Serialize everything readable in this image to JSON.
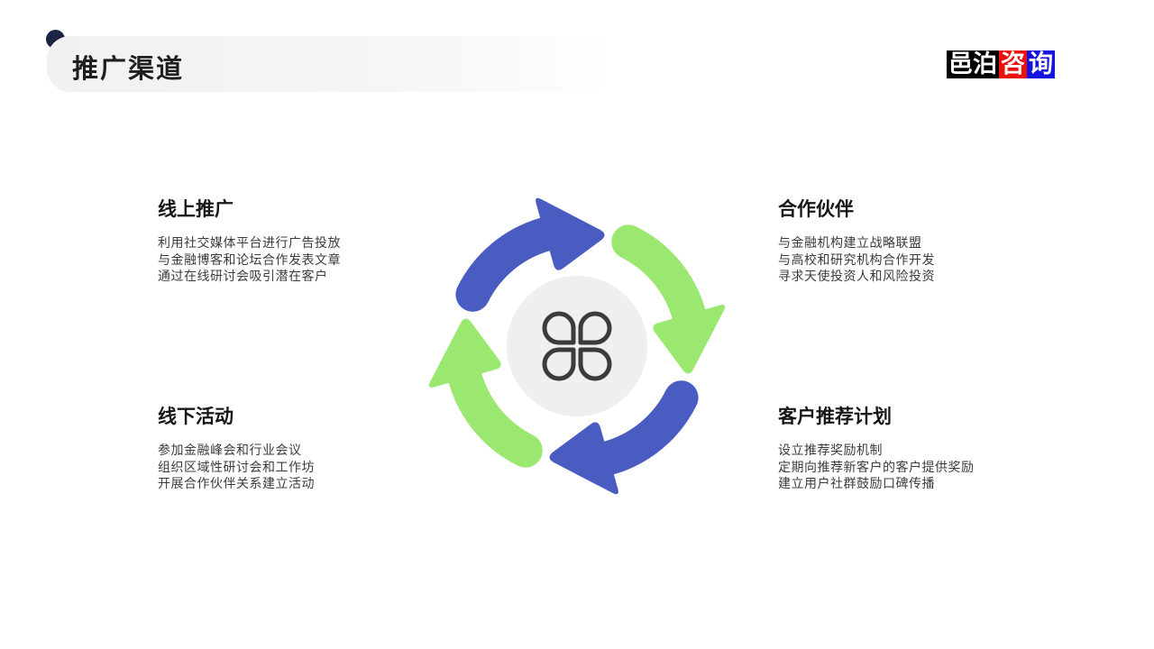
{
  "slide": {
    "title": "推广渠道"
  },
  "accent": {
    "bullet": "#1b2445"
  },
  "logo": {
    "segments": [
      {
        "text": "邑泊",
        "bg": "#000000"
      },
      {
        "text": "咨",
        "bg": "#e9120e"
      },
      {
        "text": "询",
        "bg": "#1713df"
      }
    ]
  },
  "sections": {
    "online": {
      "title": "线上推广",
      "lines": [
        "利用社交媒体平台进行广告投放",
        "与金融博客和论坛合作发表文章",
        "通过在线研讨会吸引潜在客户"
      ]
    },
    "partners": {
      "title": "合作伙伴",
      "lines": [
        "与金融机构建立战略联盟",
        "与高校和研究机构合作开发",
        "寻求天使投资人和风险投资"
      ]
    },
    "offline": {
      "title": "线下活动",
      "lines": [
        "参加金融峰会和行业会议",
        "组织区域性研讨会和工作坊",
        "开展合作伙伴关系建立活动"
      ]
    },
    "referral": {
      "title": "客户推荐计划",
      "lines": [
        "设立推荐奖励机制",
        "定期向推荐新客户的客户提供奖励",
        "建立用户社群鼓励口碑传播"
      ]
    }
  },
  "diagram": {
    "type": "cycle",
    "center_icon": "clover-icon",
    "colors": {
      "blue": "#4a5cc2",
      "green": "#9ae870",
      "circle_bg": "#efeff1",
      "icon_stroke": "#3b3b3b"
    }
  }
}
